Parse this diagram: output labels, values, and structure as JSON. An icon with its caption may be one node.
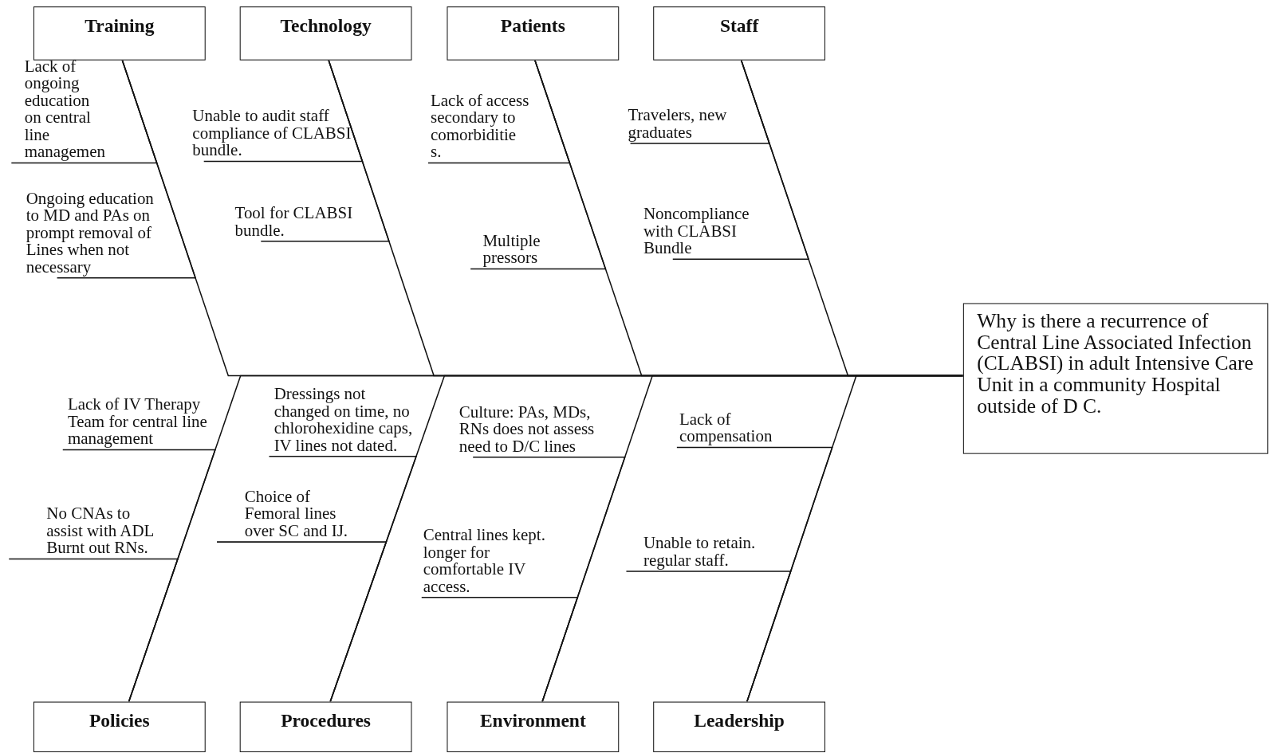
{
  "diagram": {
    "nodes": [
      {
        "text": [
          "Training"
        ]
      },
      {
        "text": [
          "Technology"
        ]
      },
      {
        "text": [
          "Patients"
        ]
      },
      {
        "text": [
          "Staff"
        ]
      },
      {
        "text": [
          "Lack of ongoing education on central line managemen"
        ]
      },
      {
        "text": [
          "Ongoing education to MD and PAs on prompt removal of Lines when not necessary"
        ]
      },
      {
        "text": [
          "Unable to audit staff compliance of CLABSI bundle."
        ]
      },
      {
        "text": [
          "Tool for CLABSI bundle."
        ]
      },
      {
        "text": [
          "Lack of access secondary to comorbiditie s."
        ]
      },
      {
        "text": [
          "Multiple pressors"
        ]
      },
      {
        "text": [
          "Travelers, new graduates"
        ]
      },
      {
        "text": [
          "Noncompliance with CLABSI Bundle"
        ]
      },
      {
        "text": [
          "Why is there a recurrence of Central Line Associated Infection (CLABSI) in adult Intensive Care Unit in a community Hospital outside of D C."
        ]
      },
      {
        "text": [
          "Lack of IV Therapy Team for central line management"
        ]
      },
      {
        "text": [
          "Dressings not changed on time, no chlorohexidine caps, IV lines not dated."
        ]
      },
      {
        "text": [
          "Culture: PAs, MDs, RNs does not assess need to D/C lines"
        ]
      },
      {
        "text": [
          "Lack of compensation"
        ]
      },
      {
        "text": [
          "No CNAs to assist with ADL Burnt out RNs."
        ]
      },
      {
        "text": [
          "Choice of Femoral lines over SC and IJ."
        ]
      },
      {
        "text": [
          "Central lines kept. longer for comfortable IV access."
        ]
      },
      {
        "text": [
          "Unable to retain. regular staff."
        ]
      },
      {
        "text": [
          "Policies"
        ]
      },
      {
        "text": [
          "Procedures"
        ]
      },
      {
        "text": [
          "Environment"
        ]
      },
      {
        "text": [
          "Leadership"
        ]
      }
    ],
    "edges": [
      {
        "from": 0,
        "to": 12,
        "arrow": "none"
      },
      {
        "from": 1,
        "to": 12,
        "arrow": "none"
      },
      {
        "from": 2,
        "to": 12,
        "arrow": "none"
      },
      {
        "from": 3,
        "to": 12,
        "arrow": "none"
      },
      {
        "from": 21,
        "to": 12,
        "arrow": "none"
      },
      {
        "from": 22,
        "to": 12,
        "arrow": "none"
      },
      {
        "from": 23,
        "to": 12,
        "arrow": "none"
      },
      {
        "from": 24,
        "to": 12,
        "arrow": "none"
      },
      {
        "from": 4,
        "to": 0,
        "arrow": "none"
      },
      {
        "from": 5,
        "to": 0,
        "arrow": "none"
      },
      {
        "from": 6,
        "to": 1,
        "arrow": "none"
      },
      {
        "from": 7,
        "to": 1,
        "arrow": "none"
      },
      {
        "from": 8,
        "to": 2,
        "arrow": "none"
      },
      {
        "from": 9,
        "to": 2,
        "arrow": "none"
      },
      {
        "from": 10,
        "to": 3,
        "arrow": "none"
      },
      {
        "from": 11,
        "to": 3,
        "arrow": "none"
      },
      {
        "from": 13,
        "to": 21,
        "arrow": "none"
      },
      {
        "from": 17,
        "to": 21,
        "arrow": "none"
      },
      {
        "from": 14,
        "to": 22,
        "arrow": "none"
      },
      {
        "from": 18,
        "to": 22,
        "arrow": "none"
      },
      {
        "from": 15,
        "to": 23,
        "arrow": "none"
      },
      {
        "from": 19,
        "to": 23,
        "arrow": "none"
      },
      {
        "from": 16,
        "to": 24,
        "arrow": "none"
      },
      {
        "from": 20,
        "to": 24,
        "arrow": "none"
      }
    ]
  }
}
